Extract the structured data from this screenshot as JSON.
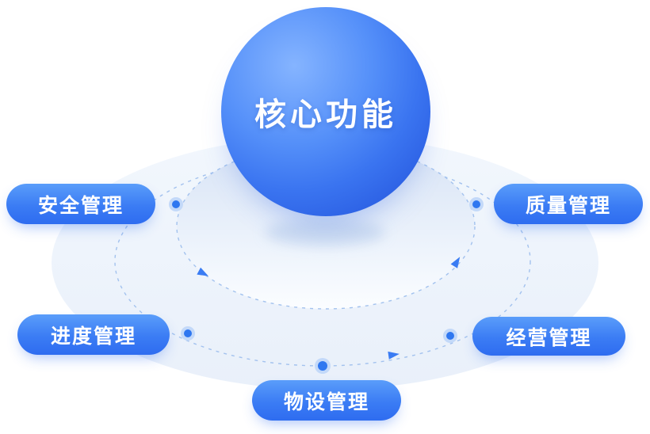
{
  "diagram": {
    "core": {
      "label": "核心功能"
    },
    "nodes": [
      {
        "id": "safety",
        "label": "安全管理"
      },
      {
        "id": "quality",
        "label": "质量管理"
      },
      {
        "id": "progress",
        "label": "进度管理"
      },
      {
        "id": "operations",
        "label": "经营管理"
      },
      {
        "id": "equipment",
        "label": "物设管理"
      }
    ],
    "colors": {
      "sphere_light": "#85b4ff",
      "sphere_dark": "#2a5de2",
      "pill_top": "#5a9dfa",
      "pill_bottom": "#2e6cf0",
      "orbit_dash": "#a3c2ee",
      "orbit_dot": "#2e77f0",
      "platform_fill": "#edf3fb"
    }
  }
}
